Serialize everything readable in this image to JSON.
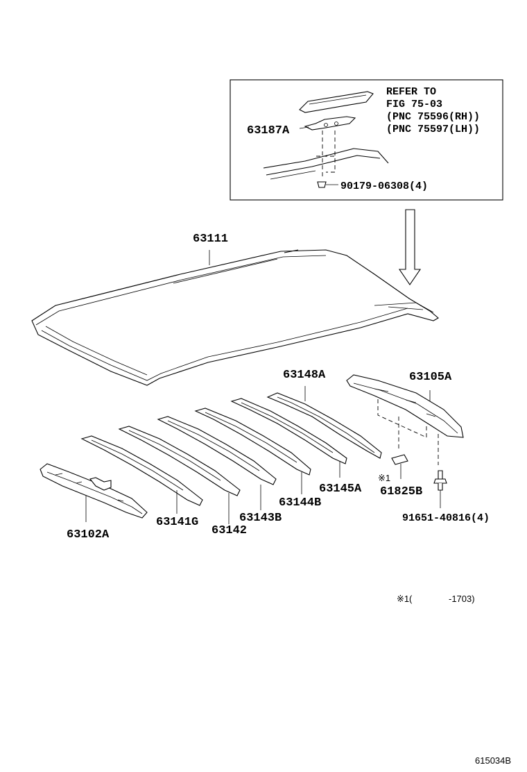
{
  "inset": {
    "refer_lines": [
      "REFER TO",
      "FIG 75-03",
      "(PNC 75596(RH))",
      "(PNC 75597(LH))"
    ],
    "part_63187A": "63187A",
    "part_90179": "90179-06308(4)"
  },
  "parts": {
    "p63111": "63111",
    "p63148A": "63148A",
    "p63105A": "63105A",
    "p63145A": "63145A",
    "p61825B": "61825B",
    "p63144B": "63144B",
    "p63143B": "63143B",
    "p63142": "63142",
    "p63141G": "63141G",
    "p63102A": "63102A",
    "p91651": "91651-40816(4)"
  },
  "marks": {
    "mark_61825B": "※1",
    "footnote_mark": "※1",
    "footnote_open": "(",
    "footnote_range": "-1703)"
  },
  "figure_code": "615034B"
}
